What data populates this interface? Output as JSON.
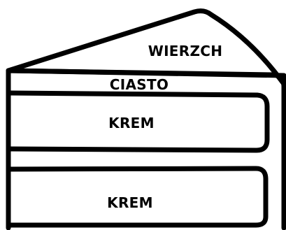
{
  "diagram": {
    "labels": {
      "top": "WIERZCH",
      "sponge": "CIASTO",
      "cream_upper": "KREM",
      "cream_lower": "KREM"
    },
    "colors": {
      "stroke": "#000000",
      "fill": "#ffffff",
      "text": "#000000"
    }
  }
}
